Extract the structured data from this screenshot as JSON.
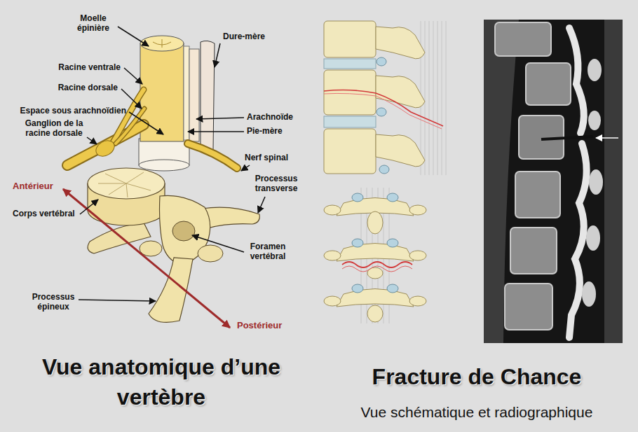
{
  "diagram": {
    "labels": [
      "Moelle épinière",
      "Dure-mère",
      "Racine ventrale",
      "Racine dorsale",
      "Espace sous arachnoïdien",
      "Ganglion de la racine dorsale",
      "Arachnoïde",
      "Pie-mère",
      "Nerf spinal",
      "Antérieur",
      "Processus transverse",
      "Corps vertébral",
      "Foramen vertébral",
      "Processus épineux",
      "Postérieur",
      "Vue anatomique d’une vertèbre",
      "Fracture de Chance",
      "Vue schématique et radiographique"
    ]
  }
}
